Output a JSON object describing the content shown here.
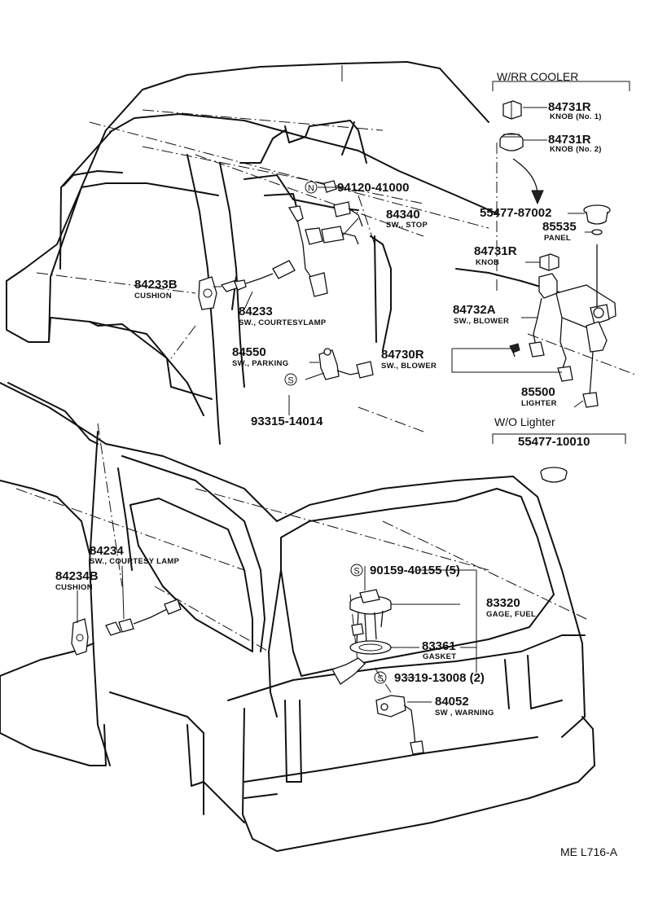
{
  "sections": {
    "rr_cooler": "W/RR COOLER",
    "wo_lighter": "W/O Lighter"
  },
  "parts": {
    "p84731R_1": {
      "number": "84731R",
      "caption": "KNOB (No. 1)"
    },
    "p84731R_2": {
      "number": "84731R",
      "caption": "KNOB (No. 2)"
    },
    "p94120": {
      "number": "94120-41000",
      "symbol": "N"
    },
    "p84340": {
      "number": "84340",
      "caption": "SW., STOP"
    },
    "p55477_87002": {
      "number": "55477-87002"
    },
    "p85535": {
      "number": "85535",
      "caption": "PANEL"
    },
    "p84731R_3": {
      "number": "84731R",
      "caption": "KNOB"
    },
    "p84233B": {
      "number": "84233B",
      "caption": "CUSHION"
    },
    "p84233": {
      "number": "84233",
      "caption": "SW., COURTESYLAMP"
    },
    "p84732A": {
      "number": "84732A",
      "caption": "SW., BLOWER"
    },
    "p84550": {
      "number": "84550",
      "caption": "SW., PARKING"
    },
    "p84730R": {
      "number": "84730R",
      "caption": "SW., BLOWER"
    },
    "p93315": {
      "number": "93315-14014",
      "symbol": "S"
    },
    "p85500": {
      "number": "85500",
      "caption": "LIGHTER"
    },
    "p55477_10010": {
      "number": "55477-10010"
    },
    "p84234": {
      "number": "84234",
      "caption": "SW., COURTESY LAMP"
    },
    "p84234B": {
      "number": "84234B",
      "caption": "CUSHION"
    },
    "p90159": {
      "number": "90159-40155 (5)",
      "symbol": "S"
    },
    "p83320": {
      "number": "83320",
      "caption": "GAGE, FUEL"
    },
    "p83361": {
      "number": "83361",
      "caption": "GASKET"
    },
    "p93319": {
      "number": "93319-13008 (2)",
      "symbol": "S"
    },
    "p84052": {
      "number": "84052",
      "caption": "SW , WARNING"
    }
  },
  "diagram_code": "ME L716-A"
}
